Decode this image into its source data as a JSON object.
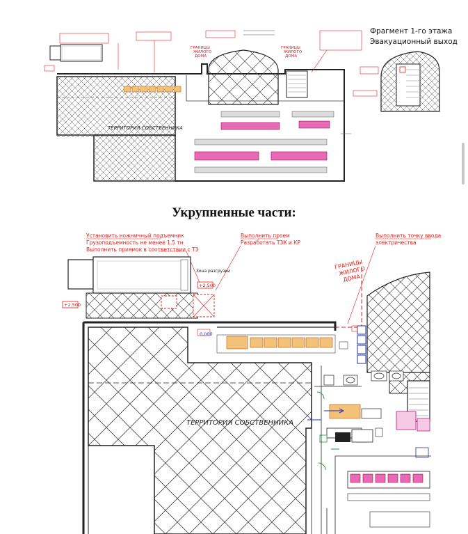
{
  "top_plan": {
    "fragment_title": "Фрагмент 1-го этажа",
    "fragment_subtitle": "Эвакуационный выход",
    "owner_zone": "ТЕРРИТОРИЯ СОБСТВЕННИКА",
    "residential_border": [
      "ГРАНИЦЫ",
      "ЖИЛОГО",
      "ДОМА"
    ]
  },
  "heading": "Укрупненные части:",
  "detail_plan": {
    "note_lift": [
      "Установить ножничный подъемник",
      "Грузоподъемность не менее 1.5 тн",
      "Выполнить приямок в соответствии с ТЗ"
    ],
    "note_opening": [
      "Выполнить проем",
      "Разработать ТЗК и КР"
    ],
    "note_power": [
      "Выполнить точку ввода",
      "электричества"
    ],
    "residential_border": [
      "ГРАНИЦЫ",
      "ЖИЛОГО",
      "ДОМА"
    ],
    "unloading_zone": "Зона разгрузки",
    "owner_zone": "ТЕРРИТОРИЯ СОБСТВЕННИКА",
    "elev_a": "+2,500",
    "elev_b": "+2,500",
    "elev_c": "0,000"
  },
  "colors": {
    "red": "#e0201c",
    "magenta": "#c0187a",
    "orange": "#d9871f",
    "blue": "#1d2fb0",
    "green": "#1a9a3a",
    "line": "#222222"
  }
}
